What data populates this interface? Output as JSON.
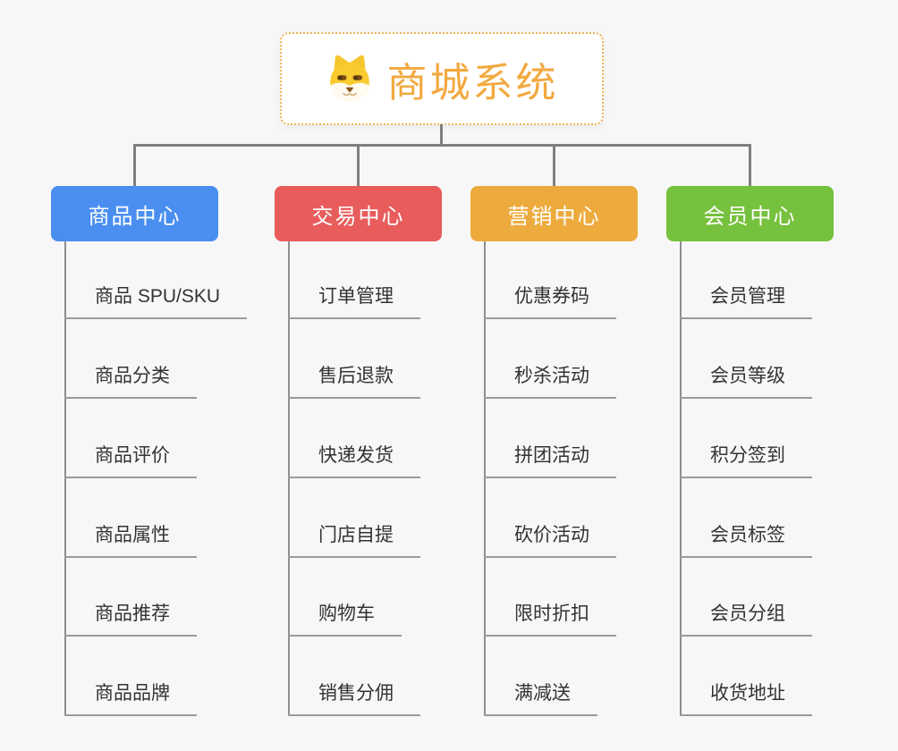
{
  "diagram": {
    "title_accent_color": "#F2A93F",
    "background_color": "#F7F7F7",
    "connector_color": "#7F7F7F",
    "root": {
      "label": "商城系统",
      "icon": "shiba-dog-icon",
      "border_color": "#F2B254"
    },
    "branches": [
      {
        "label": "商品中心",
        "color": "#4A8FF0",
        "children": [
          "商品 SPU/SKU",
          "商品分类",
          "商品评价",
          "商品属性",
          "商品推荐",
          "商品品牌"
        ]
      },
      {
        "label": "交易中心",
        "color": "#E85C5C",
        "children": [
          "订单管理",
          "售后退款",
          "快递发货",
          "门店自提",
          "购物车",
          "销售分佣"
        ]
      },
      {
        "label": "营销中心",
        "color": "#EDAB3E",
        "children": [
          "优惠券码",
          "秒杀活动",
          "拼团活动",
          "砍价活动",
          "限时折扣",
          "满减送"
        ]
      },
      {
        "label": "会员中心",
        "color": "#76C13D",
        "children": [
          "会员管理",
          "会员等级",
          "积分签到",
          "会员标签",
          "会员分组",
          "收货地址"
        ]
      }
    ]
  }
}
